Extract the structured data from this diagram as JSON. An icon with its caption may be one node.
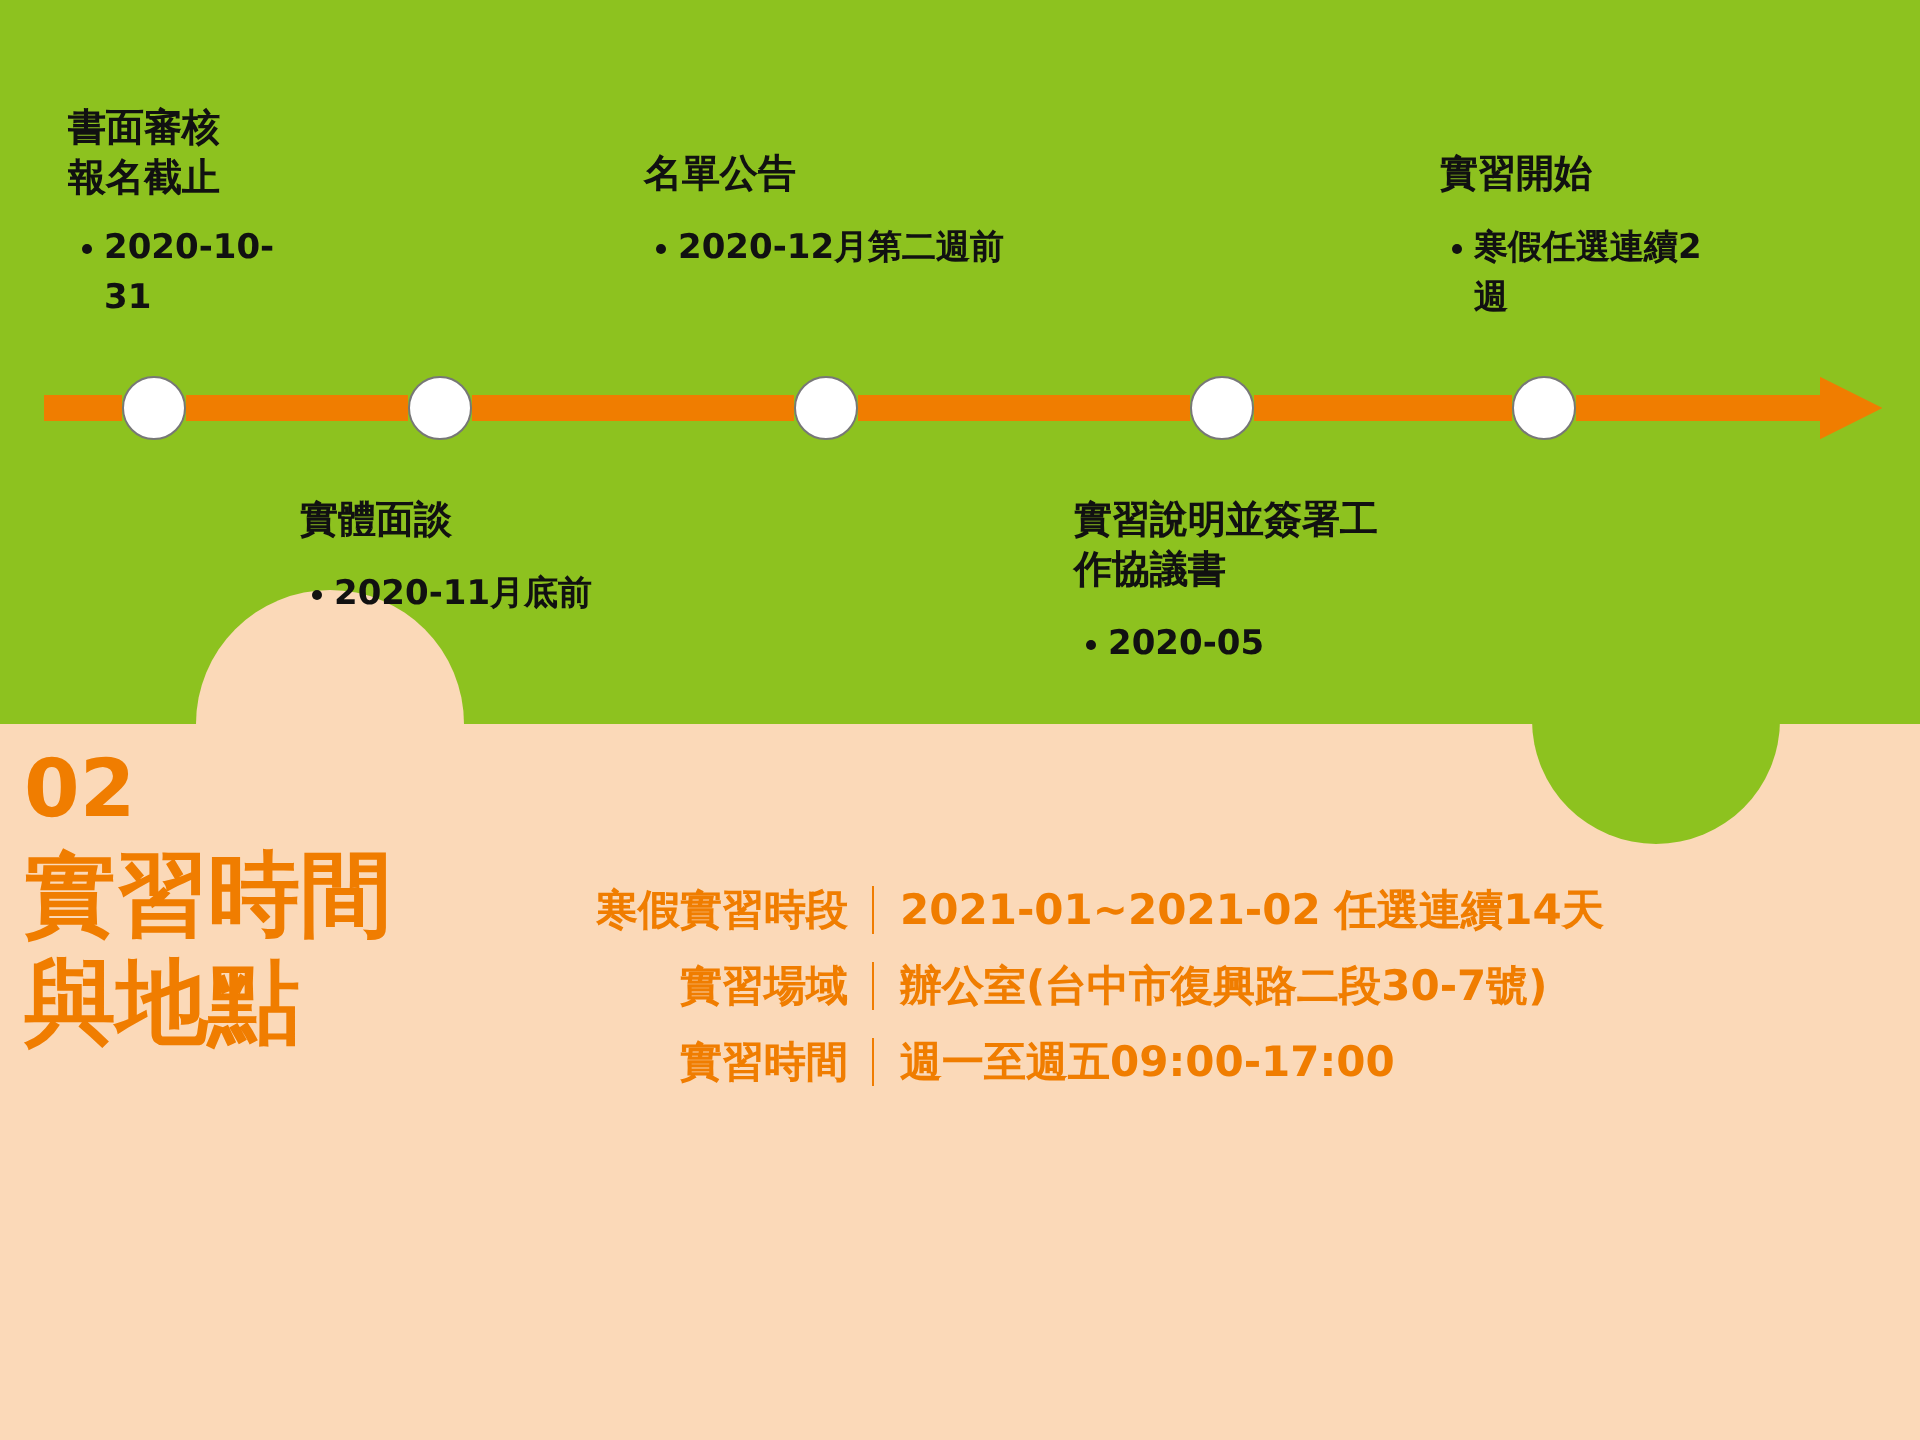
{
  "diagram": {
    "title": "實習時間與地點",
    "nodes": [
      {
        "text": [],
        "shape": "circle",
        "beside": [
          "書面審核報名截止",
          "2020-10-31"
        ]
      },
      {
        "text": [],
        "shape": "circle",
        "beside": [
          "實體面談",
          "2020-11月底前"
        ]
      },
      {
        "text": [],
        "shape": "circle",
        "beside": [
          "名單公告",
          "2020-12月第二週前"
        ]
      },
      {
        "text": [],
        "shape": "circle",
        "beside": [
          "實習說明並簽署工作協議書",
          "2020-05"
        ]
      },
      {
        "text": [],
        "shape": "circle",
        "beside": [
          "實習開始",
          "寒假任選連續2週"
        ]
      }
    ],
    "edges": [
      {
        "from": null,
        "to": 0,
        "arrow": "none"
      },
      {
        "from": 0,
        "to": 1,
        "arrow": "none"
      },
      {
        "from": 1,
        "to": 2,
        "arrow": "none"
      },
      {
        "from": 2,
        "to": 3,
        "arrow": "none"
      },
      {
        "from": 3,
        "to": 4,
        "arrow": "none"
      },
      {
        "from": 4,
        "to": null,
        "arrow": "to"
      }
    ],
    "labels": [
      "02",
      "寒假實習時段",
      "2021-01~2021-02 任選連續14天",
      "實習場域",
      "辦公室(台中市復興路二段30-7號)",
      "實習時間",
      "週一至週五09:00-17:00"
    ]
  }
}
